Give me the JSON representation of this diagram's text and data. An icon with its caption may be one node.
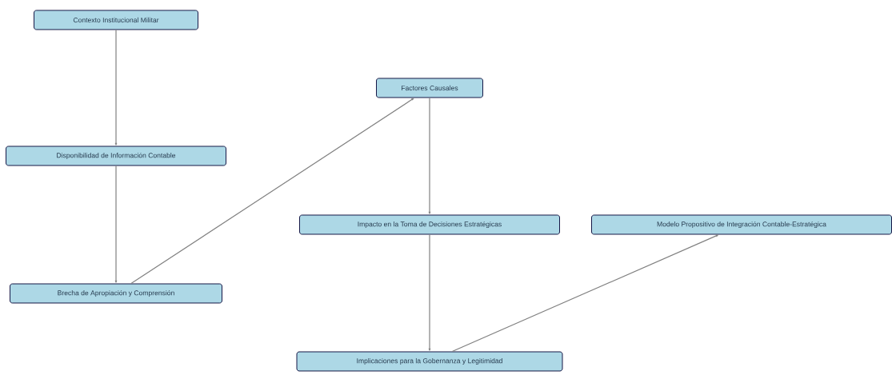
{
  "diagram": {
    "nodes": [
      {
        "text": [
          "Contexto Institucional Militar"
        ]
      },
      {
        "text": [
          "Disponibilidad de Información Contable"
        ]
      },
      {
        "text": [
          "Brecha de Apropiación y Comprensión"
        ]
      },
      {
        "text": [
          "Factores Causales"
        ]
      },
      {
        "text": [
          "Impacto en la Toma de Decisiones Estratégicas"
        ]
      },
      {
        "text": [
          "Implicaciones para la Gobernanza y Legitimidad"
        ]
      },
      {
        "text": [
          "Modelo Propositivo de Integración Contable-Estratégica"
        ]
      }
    ],
    "edges": [
      {
        "from": 0,
        "to": 1,
        "arrow": "to"
      },
      {
        "from": 1,
        "to": 2,
        "arrow": "to"
      },
      {
        "from": 2,
        "to": 3,
        "arrow": "to"
      },
      {
        "from": 3,
        "to": 4,
        "arrow": "to"
      },
      {
        "from": 4,
        "to": 5,
        "arrow": "to"
      },
      {
        "from": 5,
        "to": 6,
        "arrow": "to"
      }
    ]
  }
}
